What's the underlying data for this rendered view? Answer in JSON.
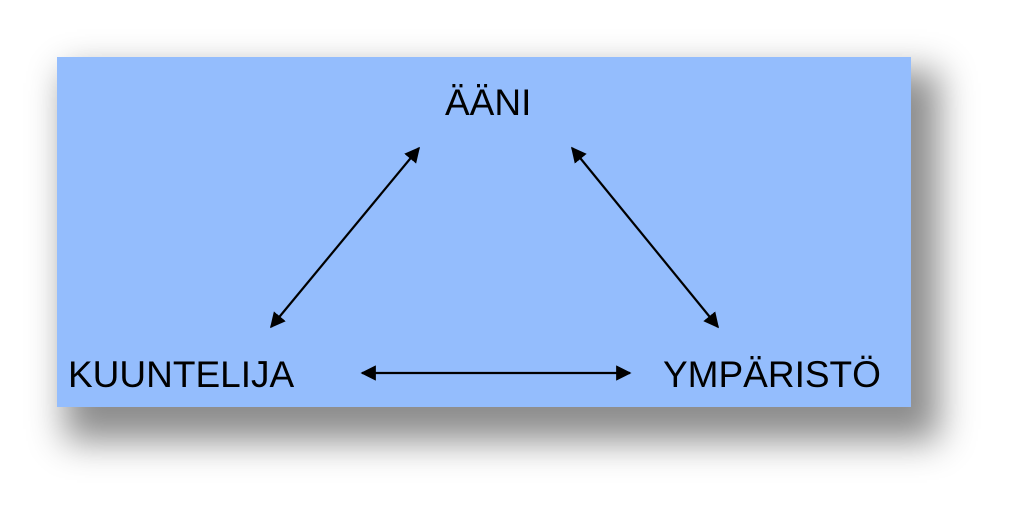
{
  "diagram": {
    "nodes": {
      "top": "ÄÄNI",
      "left": "KUUNTELIJA",
      "right": "YMPÄRISTÖ"
    },
    "edges": [
      {
        "from": "ÄÄNI",
        "to": "KUUNTELIJA",
        "direction": "bidirectional"
      },
      {
        "from": "ÄÄNI",
        "to": "YMPÄRISTÖ",
        "direction": "bidirectional"
      },
      {
        "from": "KUUNTELIJA",
        "to": "YMPÄRISTÖ",
        "direction": "bidirectional"
      }
    ],
    "colors": {
      "background": "#94bdfd",
      "text": "#000000",
      "arrow": "#000000"
    }
  }
}
